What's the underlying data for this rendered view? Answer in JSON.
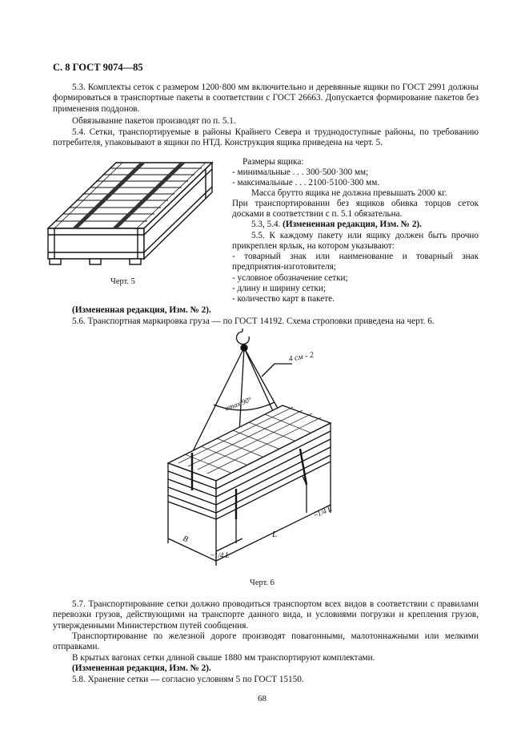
{
  "header": "С. 8 ГОСТ 9074—85",
  "p53": "5.3. Комплекты сеток с размером 1200·800 мм включительно и деревянные ящики по ГОСТ 2991 должны формироваться в транспортные пакеты в соответствии с ГОСТ 26663. Допускается формирование пакетов без применения поддонов.",
  "p53b": "Обвязывание пакетов производят по п. 5.1.",
  "p54": "5.4. Сетки, транспортируемые в районы Крайнего Севера и труднодоступные районы, по требованию потребителя, упаковывают в ящики по НТД. Конструкция ящика приведена на черт. 5.",
  "box_sizes_title": "Размеры ящика:",
  "box_min": "- минимальные . . . 300·500·300 мм;",
  "box_max": "- максимальные . . . 2100·5100·300 мм.",
  "mass_line": "Масса брутто ящика не должна превышать 2000 кг.",
  "transport_note": "При транспортировании без ящиков обивка торцов сеток досками в соответствии с п. 5.1 обязательна.",
  "amend_53_54_prefix": "5.3, 5.4.",
  "amend_label": "(Измененная редакция, Изм. № 2).",
  "p55": "5.5. К каждому пакету или ящику должен быть прочно прикреплен ярлык, на котором указывают:",
  "p55_items": [
    "- товарный знак или наименование и товарный знак предприятия-изготовителя;",
    "- условное обозначение сетки;",
    "- длину и ширину сетки;",
    "- количество карт в пакете."
  ],
  "fig5_caption": "Черт. 5",
  "amend_after_55": "(Измененная редакция, Изм. № 2).",
  "p56": "5.6. Транспортная маркировка груза — по ГОСТ 14192. Схема строповки приведена на черт. 6.",
  "fig6": {
    "sling_label": "4 см - 2",
    "angle_label": "αmax 90°",
    "dim_quarter": "~1/4 L",
    "dim_L": "L",
    "dim_B": "В"
  },
  "fig6_caption": "Черт. 6",
  "p57": "5.7. Транспортирование сетки должно проводиться транспортом всех видов в соответствии с правилами перевозки грузов, действующими на транспорте данного вида, и условиями погрузки и крепления грузов, утвержденными Министерством путей сообщения.",
  "p57b": "Транспортирование по железной дороге производят повагонными, малотоннажными или мелкими отправками.",
  "p57c": "В крытых вагонах сетки длиной свыше 1880 мм транспортируют комплектами.",
  "amend_after_57": "(Измененная редакция, Изм. № 2).",
  "p58": "5.8. Хранение сетки — согласно условиям 5 по ГОСТ 15150.",
  "page_number": "68"
}
